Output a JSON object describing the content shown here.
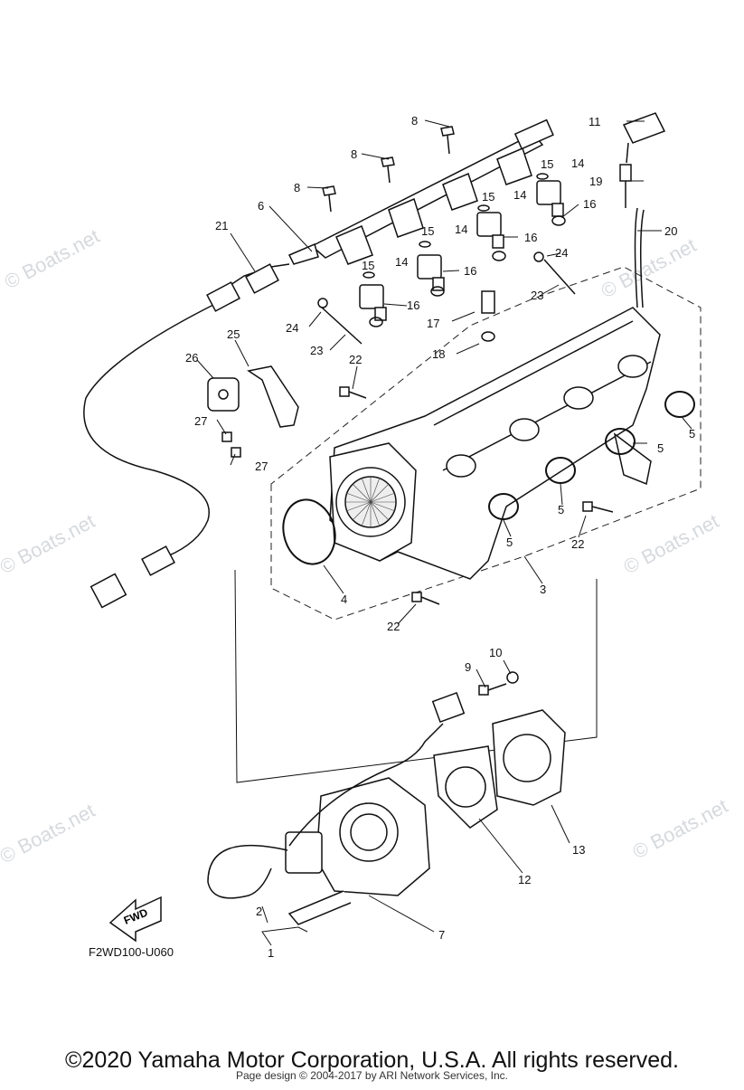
{
  "diagram": {
    "watermark": "© Boats.net",
    "diagram_code": "F2WD100-U060",
    "fwd_label": "FWD",
    "callouts": [
      "1",
      "2",
      "3",
      "4",
      "5",
      "6",
      "7",
      "8",
      "9",
      "10",
      "11",
      "12",
      "13",
      "14",
      "15",
      "16",
      "17",
      "18",
      "19",
      "20",
      "21",
      "22",
      "23",
      "24",
      "25",
      "26",
      "27"
    ],
    "copyright": "©2020 Yamaha Motor Corporation, U.S.A. All rights reserved.",
    "page_design": "Page design © 2004-2017 by ARI Network Services, Inc."
  }
}
